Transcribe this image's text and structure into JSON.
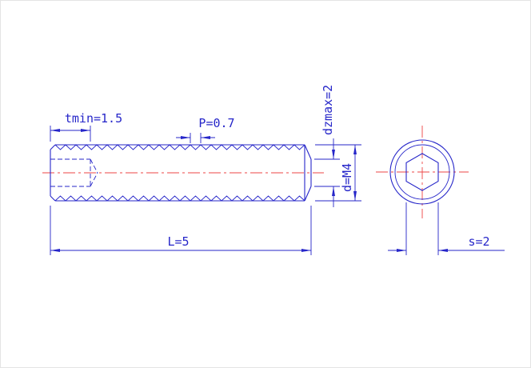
{
  "drawing": {
    "colors": {
      "line": "#2626c9",
      "centerline": "#ee4444",
      "background": "#ffffff"
    },
    "labels": {
      "socket_depth": "tmin=1.5",
      "pitch": "P=0.7",
      "point_diameter": "dzmax=2",
      "thread_diameter": "d=M4",
      "length": "L=5",
      "socket_width": "s=2"
    }
  }
}
